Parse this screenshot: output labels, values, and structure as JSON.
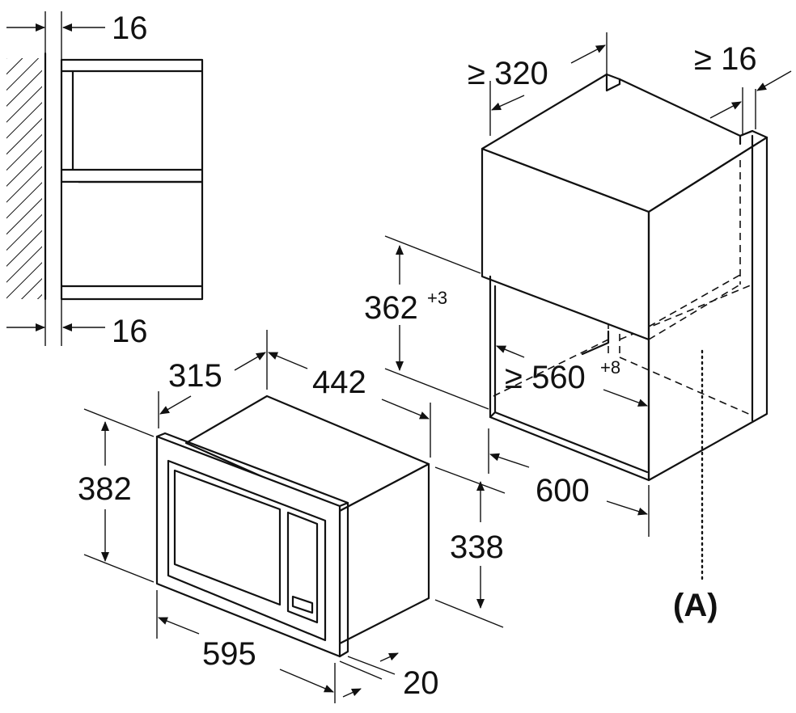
{
  "dimensions": {
    "side_gap_top": "16",
    "side_gap_bottom": "16",
    "niche_depth": "≥ 320",
    "niche_side_gap": "≥ 16",
    "niche_height": "362",
    "niche_height_tol": "+3",
    "niche_width": "≥ 560",
    "niche_width_tol": "+8",
    "cabinet_width": "600",
    "device_depth": "315",
    "device_body_width": "442",
    "device_height": "382",
    "device_body_height": "338",
    "device_width": "595",
    "front_thickness": "20"
  },
  "callout": {
    "label": "(A)"
  }
}
